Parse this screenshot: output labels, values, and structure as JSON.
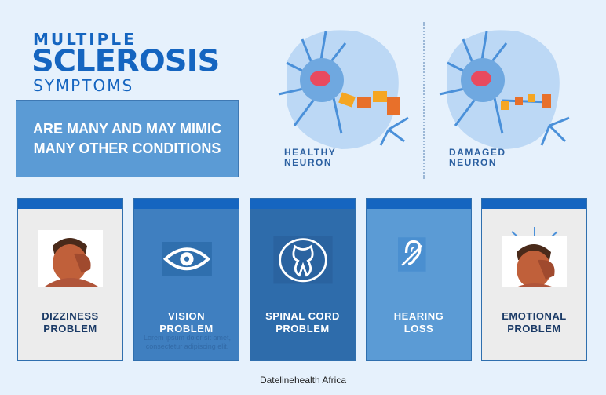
{
  "title": {
    "line1": "MULTIPLE",
    "line2": "SCLEROSIS",
    "line3": "SYMPTOMS"
  },
  "subtitle": {
    "line1": "ARE MANY AND MAY MIMIC",
    "line2": "MANY OTHER CONDITIONS"
  },
  "neurons": [
    {
      "line1": "HEALTHY",
      "line2": "NEURON"
    },
    {
      "line1": "DAMAGED",
      "line2": "NEURON"
    }
  ],
  "cards": [
    {
      "line1": "DIZZINESS",
      "line2": "PROBLEM",
      "icon": "dizzy-face-icon"
    },
    {
      "line1": "VISION",
      "line2": "PROBLEM",
      "icon": "eye-icon",
      "ghost": "Lorem ipsum dolor sit amet, consectetur adipiscing elit."
    },
    {
      "line1": "SPINAL CORD",
      "line2": "PROBLEM",
      "icon": "spinal-cord-icon"
    },
    {
      "line1": "HEARING",
      "line2": "LOSS",
      "icon": "hearing-loss-icon"
    },
    {
      "line1": "EMOTIONAL",
      "line2": "PROBLEM",
      "icon": "stressed-face-icon"
    }
  ],
  "footer": "Datelinehealth Africa",
  "colors": {
    "brand": "#1565c0",
    "box": "#5b9bd5",
    "myelin": "#f39c12"
  }
}
